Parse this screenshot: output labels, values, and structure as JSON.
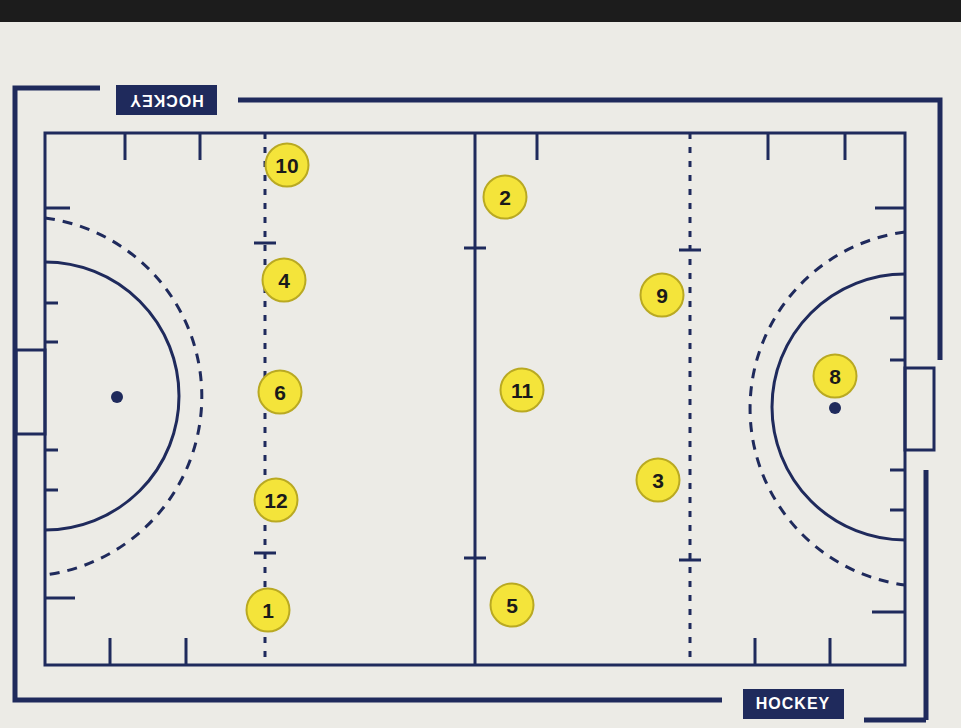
{
  "diagram": {
    "nodes": [
      {
        "text": [
          "HOCKEY"
        ]
      },
      {
        "text": [
          "10"
        ]
      },
      {
        "text": [
          "2"
        ]
      },
      {
        "text": [
          "4"
        ]
      },
      {
        "text": [
          "9"
        ]
      },
      {
        "text": [
          "8"
        ]
      },
      {
        "text": [
          "11"
        ]
      },
      {
        "text": [
          "6"
        ]
      },
      {
        "text": [
          "3"
        ]
      },
      {
        "text": [
          "12"
        ]
      },
      {
        "text": [
          "5"
        ]
      },
      {
        "text": [
          "1"
        ]
      },
      {
        "text": [
          "HOCKEY"
        ]
      }
    ]
  }
}
